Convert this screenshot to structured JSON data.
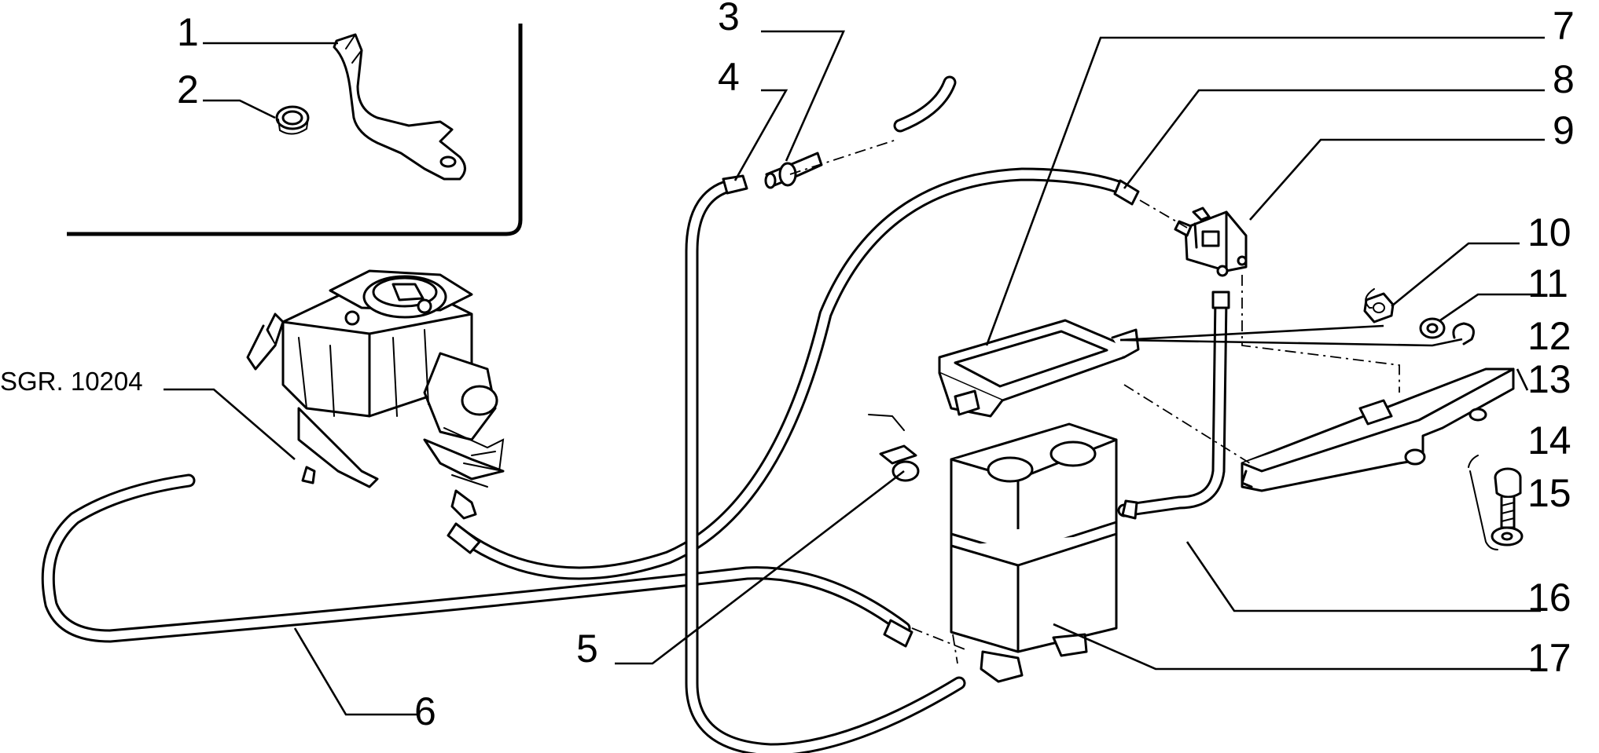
{
  "reference_label": "SGR. 10204",
  "callouts": [
    {
      "id": "1",
      "label": "1"
    },
    {
      "id": "2",
      "label": "2"
    },
    {
      "id": "3",
      "label": "3"
    },
    {
      "id": "4",
      "label": "4"
    },
    {
      "id": "5",
      "label": "5"
    },
    {
      "id": "6",
      "label": "6"
    },
    {
      "id": "7",
      "label": "7"
    },
    {
      "id": "8",
      "label": "8"
    },
    {
      "id": "9",
      "label": "9"
    },
    {
      "id": "10",
      "label": "10"
    },
    {
      "id": "11",
      "label": "11"
    },
    {
      "id": "12",
      "label": "12"
    },
    {
      "id": "13",
      "label": "13"
    },
    {
      "id": "14",
      "label": "14"
    },
    {
      "id": "15",
      "label": "15"
    },
    {
      "id": "16",
      "label": "16"
    },
    {
      "id": "17",
      "label": "17"
    }
  ]
}
